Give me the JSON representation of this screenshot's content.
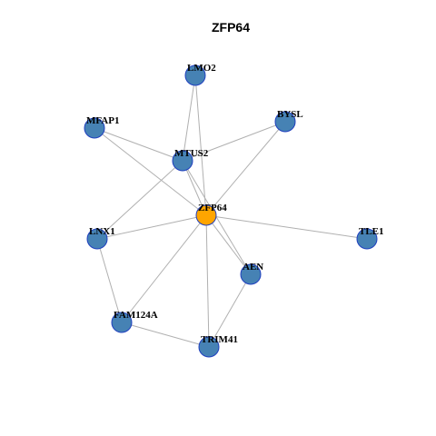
{
  "title": "ZFP64",
  "colors": {
    "node_fill": "#4682b4",
    "center_fill": "#ffa500",
    "node_border": "#1f3fbf",
    "edge": "#b0b0b0"
  },
  "nodes": [
    {
      "id": "LMO2",
      "label": "LMO2"
    },
    {
      "id": "BYSL",
      "label": "BYSL"
    },
    {
      "id": "MFAP1",
      "label": "MFAP1"
    },
    {
      "id": "MTUS2",
      "label": "MTUS2"
    },
    {
      "id": "ZFP64",
      "label": "ZFP64",
      "center": true
    },
    {
      "id": "LNX1",
      "label": "LNX1"
    },
    {
      "id": "TLE1",
      "label": "TLE1"
    },
    {
      "id": "AEN",
      "label": "AEN"
    },
    {
      "id": "FAM124A",
      "label": "FAM124A"
    },
    {
      "id": "TRIM41",
      "label": "TRIM41"
    }
  ],
  "edges": [
    [
      "LMO2",
      "MTUS2"
    ],
    [
      "LMO2",
      "ZFP64"
    ],
    [
      "BYSL",
      "MTUS2"
    ],
    [
      "BYSL",
      "ZFP64"
    ],
    [
      "MFAP1",
      "MTUS2"
    ],
    [
      "MFAP1",
      "ZFP64"
    ],
    [
      "MTUS2",
      "ZFP64"
    ],
    [
      "MTUS2",
      "LNX1"
    ],
    [
      "MTUS2",
      "AEN"
    ],
    [
      "ZFP64",
      "LNX1"
    ],
    [
      "ZFP64",
      "TLE1"
    ],
    [
      "ZFP64",
      "AEN"
    ],
    [
      "ZFP64",
      "FAM124A"
    ],
    [
      "ZFP64",
      "TRIM41"
    ],
    [
      "LNX1",
      "FAM124A"
    ],
    [
      "FAM124A",
      "TRIM41"
    ],
    [
      "AEN",
      "TRIM41"
    ]
  ]
}
